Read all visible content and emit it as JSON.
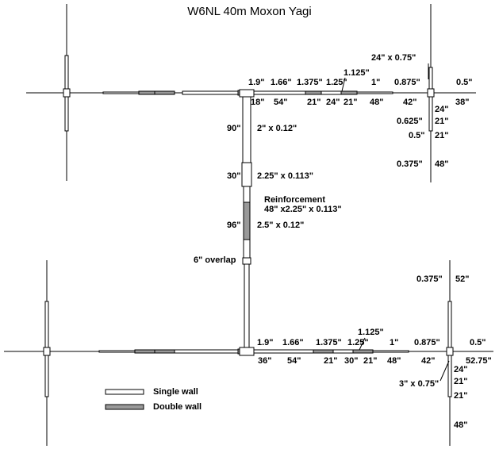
{
  "title": "W6NL 40m Moxon Yagi",
  "colors": {
    "line": "#000000",
    "single_wall": "#ffffff",
    "double_wall": "#999999"
  },
  "upper": {
    "dias": [
      "1.9\"",
      "1.66\"",
      "1.375\"",
      "1.25\"",
      "1.125\"",
      "1\"",
      "0.875\"",
      "0.5\""
    ],
    "lens": [
      "18\"",
      "54\"",
      "21\"",
      "24\"",
      "21\"",
      "48\"",
      "42\"",
      "38\""
    ],
    "clamp": "24\" x 0.75\"",
    "tail_dias": [
      "0.625\"",
      "0.5\"",
      "0.375\""
    ],
    "tail_lens": [
      "24\"",
      "21\"",
      "21\"",
      "48\""
    ]
  },
  "boom": {
    "top_len": "90\"",
    "top_size": "2\" x 0.12\"",
    "joint_len": "30\"",
    "joint_size": "2.25\" x 0.113\"",
    "reinf_title": "Reinforcement",
    "reinf_size": "48\" x2.25\" x 0.113\"",
    "mid_len": "96\"",
    "mid_size": "2.5\" x 0.12\"",
    "overlap": "6\" overlap"
  },
  "lower": {
    "dias": [
      "1.9\"",
      "1.66\"",
      "1.375\"",
      "1.25\"",
      "1.125\"",
      "1\"",
      "0.875\"",
      "0.5\""
    ],
    "lens": [
      "36\"",
      "54\"",
      "21\"",
      "30\"",
      "21\"",
      "48\"",
      "42\"",
      "52.75\""
    ],
    "clamp": "3\" x 0.75\"",
    "tail_dia": "0.375\"",
    "tail_top": "52\"",
    "tail_lens": [
      "24\"",
      "21\"",
      "21\"",
      "48\""
    ]
  },
  "legend": {
    "single": "Single wall",
    "double": "Double wall"
  }
}
